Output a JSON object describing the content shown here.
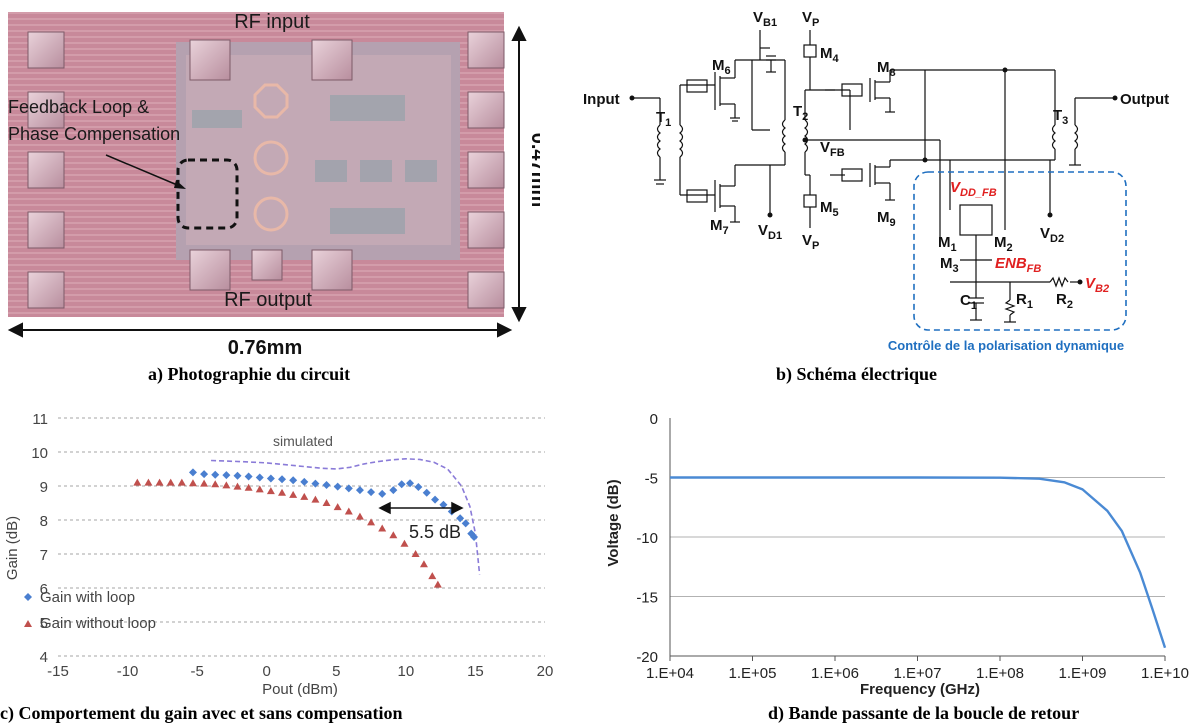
{
  "captions": {
    "a": "a) Photographie du circuit",
    "b": "b) Schéma électrique",
    "c": "c) Comportement du gain avec et sans compensation",
    "d": "d) Bande passante de la boucle de retour"
  },
  "photo": {
    "rf_input": "RF input",
    "rf_output": "RF output",
    "feedback_label_1": "Feedback Loop &",
    "feedback_label_2": "Phase Compensation",
    "width_label": "0.76mm",
    "height_label": "0.47mm"
  },
  "schematic": {
    "input": "Input",
    "output": "Output",
    "t1": "T1",
    "t2": "T2",
    "t3": "T3",
    "m1": "M1",
    "m2": "M2",
    "m3": "M3",
    "m4": "M4",
    "m5": "M5",
    "m6": "M6",
    "m7": "M7",
    "m8": "M8",
    "m9": "M9",
    "vb1": "VB1",
    "vp_top": "VP",
    "vp_bot": "VP",
    "vfb": "VFB",
    "vd1": "VD1",
    "vd2": "VD2",
    "vdd_fb": "VDD_FB",
    "enb_fb": "ENBFB",
    "vb2": "VB2",
    "c1": "C1",
    "r1": "R1",
    "r2": "R2",
    "dynamic_label": "Contrôle de la polarisation dynamique",
    "colors": {
      "red": "#e02020",
      "blue": "#1f6fc0"
    }
  },
  "chart_data": [
    {
      "type": "scatter",
      "xlabel": "Pout (dBm)",
      "ylabel": "Gain (dB)",
      "xlim": [
        -15,
        20
      ],
      "ylim": [
        4,
        11
      ],
      "xticks": [
        -15,
        -10,
        -5,
        0,
        5,
        10,
        15,
        20
      ],
      "yticks": [
        4,
        5,
        6,
        7,
        8,
        9,
        10,
        11
      ],
      "grid": "horizontal dashed",
      "legend_position": "bottom-left",
      "annotation_simulated": "simulated",
      "annotation_delta": "5.5 dB",
      "series": [
        {
          "name": "Gain with loop",
          "marker": "diamond",
          "color": "#4a7fd0",
          "points": [
            [
              -5.3,
              9.4
            ],
            [
              -4.5,
              9.35
            ],
            [
              -3.7,
              9.33
            ],
            [
              -2.9,
              9.32
            ],
            [
              -2.1,
              9.3
            ],
            [
              -1.3,
              9.28
            ],
            [
              -0.5,
              9.25
            ],
            [
              0.3,
              9.22
            ],
            [
              1.1,
              9.2
            ],
            [
              1.9,
              9.17
            ],
            [
              2.7,
              9.12
            ],
            [
              3.5,
              9.07
            ],
            [
              4.3,
              9.03
            ],
            [
              5.1,
              8.98
            ],
            [
              5.9,
              8.93
            ],
            [
              6.7,
              8.88
            ],
            [
              7.5,
              8.82
            ],
            [
              8.3,
              8.77
            ],
            [
              9.1,
              8.88
            ],
            [
              9.7,
              9.05
            ],
            [
              10.3,
              9.08
            ],
            [
              10.9,
              8.97
            ],
            [
              11.5,
              8.8
            ],
            [
              12.1,
              8.6
            ],
            [
              12.7,
              8.45
            ],
            [
              13.3,
              8.25
            ],
            [
              13.9,
              8.05
            ],
            [
              14.3,
              7.9
            ],
            [
              14.7,
              7.6
            ],
            [
              14.9,
              7.5
            ]
          ]
        },
        {
          "name": "Gain without loop",
          "marker": "triangle",
          "color": "#c0504d",
          "points": [
            [
              -9.3,
              9.1
            ],
            [
              -8.5,
              9.1
            ],
            [
              -7.7,
              9.1
            ],
            [
              -6.9,
              9.1
            ],
            [
              -6.1,
              9.1
            ],
            [
              -5.3,
              9.08
            ],
            [
              -4.5,
              9.07
            ],
            [
              -3.7,
              9.05
            ],
            [
              -2.9,
              9.02
            ],
            [
              -2.1,
              8.98
            ],
            [
              -1.3,
              8.95
            ],
            [
              -0.5,
              8.9
            ],
            [
              0.3,
              8.85
            ],
            [
              1.1,
              8.8
            ],
            [
              1.9,
              8.74
            ],
            [
              2.7,
              8.68
            ],
            [
              3.5,
              8.6
            ],
            [
              4.3,
              8.5
            ],
            [
              5.1,
              8.38
            ],
            [
              5.9,
              8.25
            ],
            [
              6.7,
              8.1
            ],
            [
              7.5,
              7.93
            ],
            [
              8.3,
              7.75
            ],
            [
              9.1,
              7.55
            ],
            [
              9.9,
              7.3
            ],
            [
              10.7,
              7.0
            ],
            [
              11.3,
              6.7
            ],
            [
              11.9,
              6.35
            ],
            [
              12.3,
              6.1
            ]
          ]
        },
        {
          "name": "simulated",
          "style": "dashed",
          "color": "#8a7bd8",
          "points": [
            [
              -4,
              9.75
            ],
            [
              -2,
              9.72
            ],
            [
              0,
              9.68
            ],
            [
              2,
              9.6
            ],
            [
              4,
              9.52
            ],
            [
              5,
              9.5
            ],
            [
              6,
              9.55
            ],
            [
              7,
              9.65
            ],
            [
              8,
              9.72
            ],
            [
              9,
              9.77
            ],
            [
              10,
              9.8
            ],
            [
              11,
              9.78
            ],
            [
              12,
              9.7
            ],
            [
              13,
              9.5
            ],
            [
              14,
              9.0
            ],
            [
              14.6,
              8.4
            ],
            [
              15,
              7.6
            ],
            [
              15.3,
              6.4
            ]
          ]
        }
      ]
    },
    {
      "type": "line",
      "xlabel": "Frequency (GHz)",
      "ylabel": "Voltage (dB)",
      "scale_x": "log",
      "xlim": [
        10000,
        10000000000
      ],
      "ylim": [
        -20,
        0
      ],
      "xticks": [
        "1.E+04",
        "1.E+05",
        "1.E+06",
        "1.E+07",
        "1.E+08",
        "1.E+09",
        "1.E+10"
      ],
      "yticks": [
        0,
        -5,
        -10,
        -15,
        -20
      ],
      "grid": "horizontal solid",
      "series": [
        {
          "color": "#4a8ad4",
          "points": [
            [
              10000,
              -5
            ],
            [
              100000,
              -5
            ],
            [
              1000000,
              -5
            ],
            [
              10000000,
              -5
            ],
            [
              100000000,
              -5.02
            ],
            [
              300000000,
              -5.1
            ],
            [
              600000000,
              -5.4
            ],
            [
              1000000000,
              -6.0
            ],
            [
              2000000000,
              -7.8
            ],
            [
              3000000000,
              -9.5
            ],
            [
              5000000000,
              -13.0
            ],
            [
              7000000000,
              -16.0
            ],
            [
              10000000000,
              -19.3
            ]
          ]
        }
      ]
    }
  ]
}
